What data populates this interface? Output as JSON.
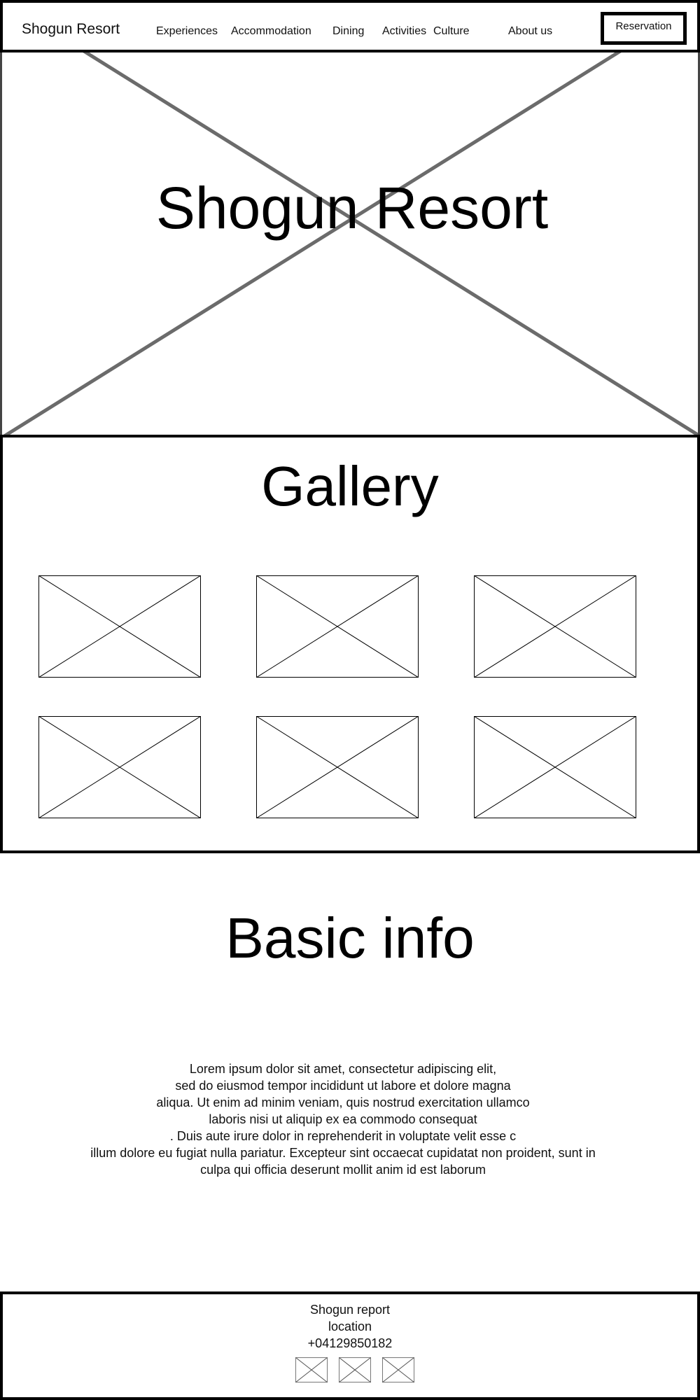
{
  "header": {
    "brand": "Shogun Resort",
    "nav": [
      {
        "label": "Experiences"
      },
      {
        "label": "Accommodation"
      },
      {
        "label": "Dining"
      },
      {
        "label": "Activities"
      },
      {
        "label": "Culture"
      },
      {
        "label": "About us"
      }
    ],
    "reservation_label": "Reservation"
  },
  "hero": {
    "title": "Shogun Resort"
  },
  "gallery": {
    "title": "Gallery"
  },
  "info": {
    "title": "Basic info",
    "lines": [
      "Lorem ipsum dolor sit amet, consectetur adipiscing elit,",
      "sed do eiusmod tempor incididunt ut labore et dolore magna",
      "aliqua. Ut enim ad minim veniam, quis nostrud exercitation ullamco",
      "laboris nisi ut aliquip ex ea commodo consequat",
      ". Duis aute irure dolor in reprehenderit in voluptate velit esse c",
      "illum dolore eu fugiat nulla pariatur. Excepteur sint occaecat cupidatat non proident, sunt in",
      "culpa qui officia deserunt mollit anim id est laborum"
    ]
  },
  "footer": {
    "name": "Shogun report",
    "location": "location",
    "phone": "+04129850182"
  },
  "colors": {
    "border": "#000000",
    "placeholder_stroke": "#6b6b6b"
  }
}
